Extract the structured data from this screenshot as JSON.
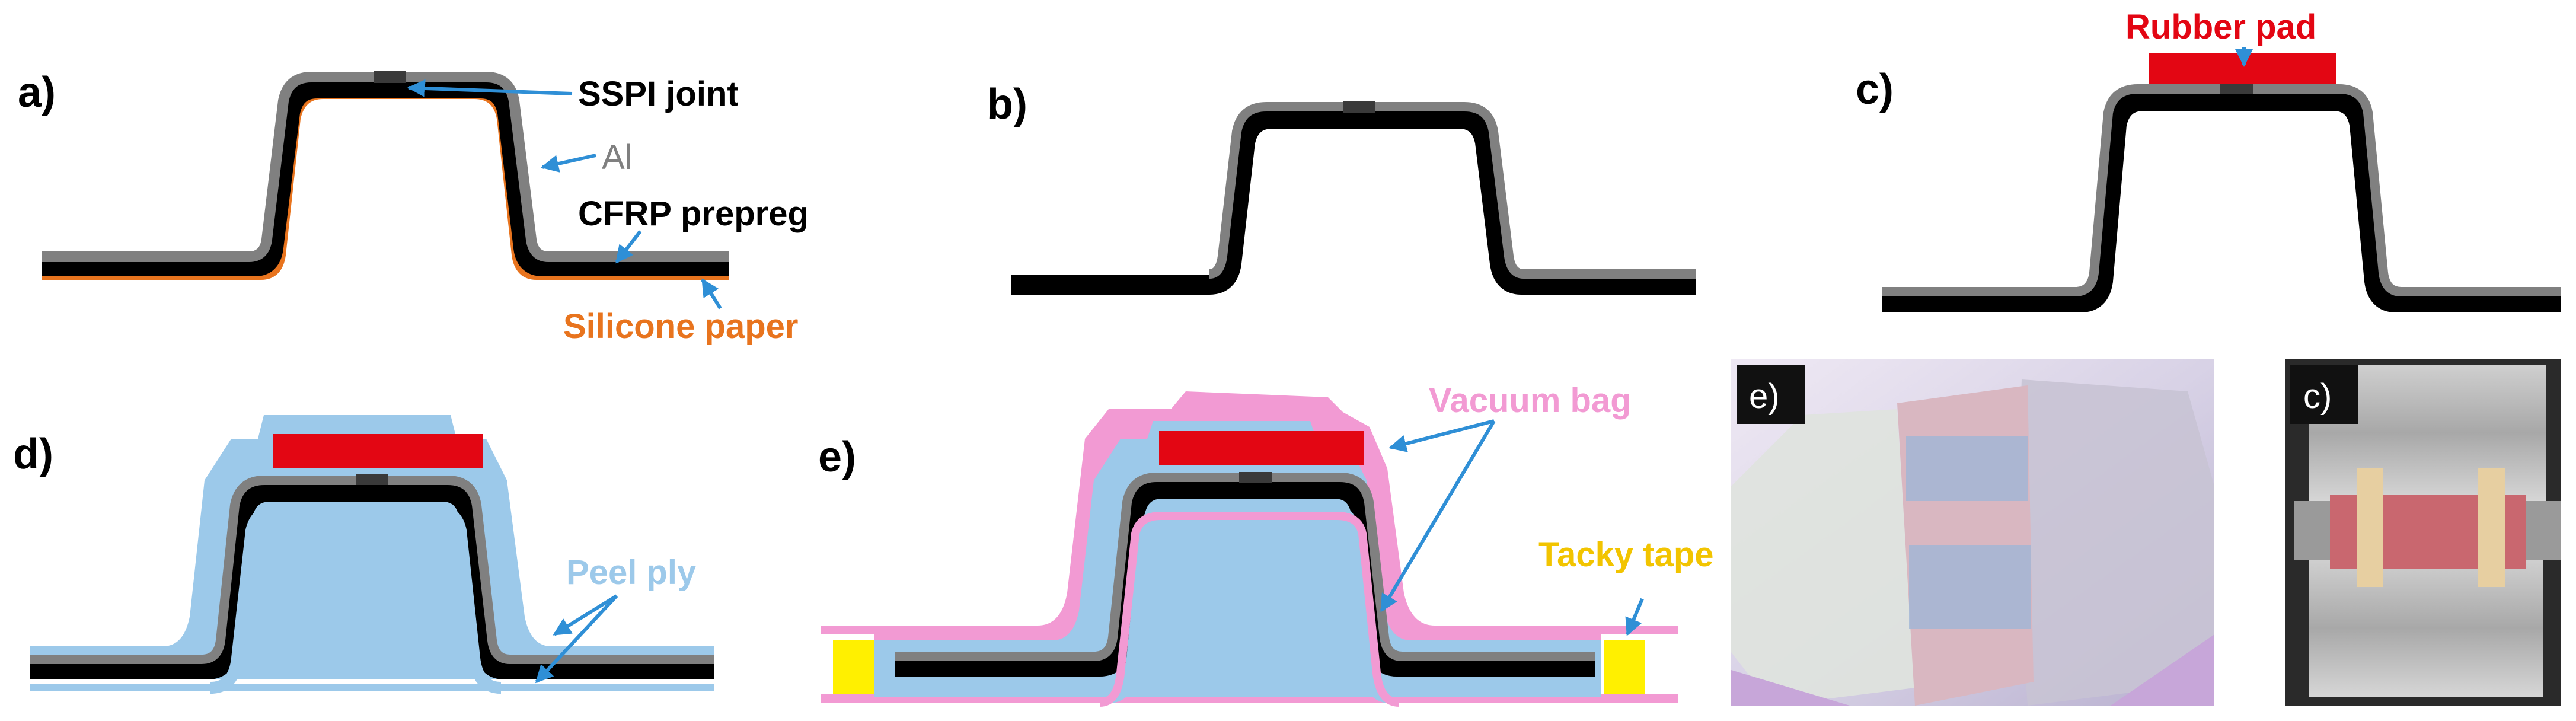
{
  "panels": {
    "a": "a)",
    "b": "b)",
    "c": "c)",
    "d": "d)",
    "e": "e)",
    "photo_e": "e)",
    "photo_c": "c)"
  },
  "labels": {
    "sspi_joint": "SSPI joint",
    "al": "Al",
    "cfrp_prepreg": "CFRP prepreg",
    "silicone_paper": "Silicone paper",
    "rubber_pad": "Rubber pad",
    "peel_ply": "Peel ply",
    "vacuum_bag": "Vacuum bag",
    "tacky_tape": "Tacky tape"
  },
  "colors": {
    "cfrp": "#000000",
    "aluminium": "#808080",
    "silicone_paper": "#e8741e",
    "rubber_pad": "#e30613",
    "peel_ply": "#9cc9ea",
    "vacuum_bag": "#f29ad3",
    "tacky_tape": "#fff000",
    "leader_line": "#2f8fd6",
    "joint": "#3a3a3a"
  }
}
